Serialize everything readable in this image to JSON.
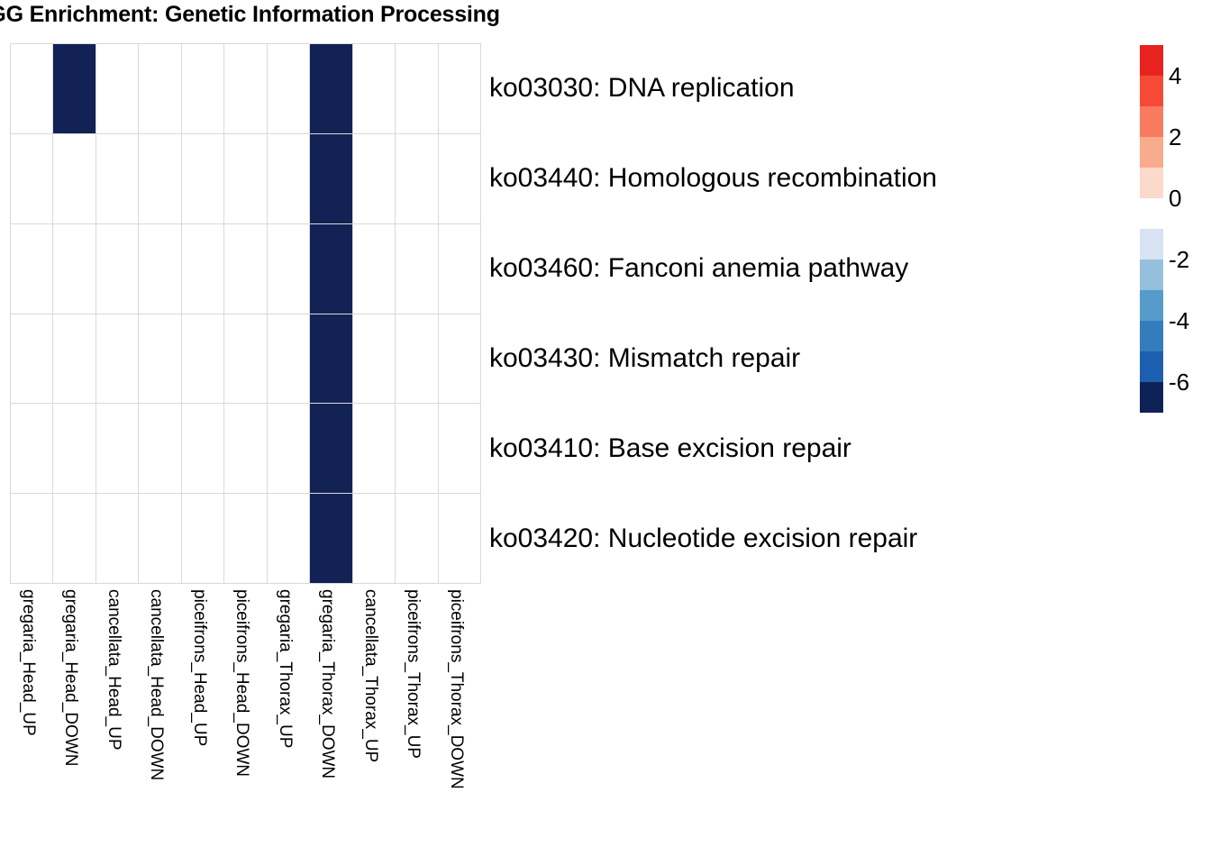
{
  "title": "KEGG Enrichment: Genetic Information Processing",
  "chart_data": {
    "type": "heatmap",
    "title": "KEGG Enrichment: Genetic Information Processing",
    "xlabel": "",
    "ylabel": "",
    "grid": true,
    "legend_position": "right",
    "columns": [
      "gregaria_Head_UP",
      "gregaria_Head_DOWN",
      "cancellata_Head_UP",
      "cancellata_Head_DOWN",
      "piceifrons_Head_UP",
      "piceifrons_Head_DOWN",
      "gregaria_Thorax_UP",
      "gregaria_Thorax_DOWN",
      "cancellata_Thorax_UP",
      "piceifrons_Thorax_UP",
      "piceifrons_Thorax_DOWN"
    ],
    "rows": [
      "ko03030: DNA replication",
      "ko03440: Homologous recombination",
      "ko03460: Fanconi anemia pathway",
      "ko03430: Mismatch repair",
      "ko03410: Base excision repair",
      "ko03420: Nucleotide excision repair"
    ],
    "values": [
      [
        0,
        -6,
        0,
        0,
        0,
        0,
        0,
        -6,
        0,
        0,
        0
      ],
      [
        0,
        0,
        0,
        0,
        0,
        0,
        0,
        -6,
        0,
        0,
        0
      ],
      [
        0,
        0,
        0,
        0,
        0,
        0,
        0,
        -6,
        0,
        0,
        0
      ],
      [
        0,
        0,
        0,
        0,
        0,
        0,
        0,
        -6,
        0,
        0,
        0
      ],
      [
        0,
        0,
        0,
        0,
        0,
        0,
        0,
        -6,
        0,
        0,
        0
      ],
      [
        0,
        0,
        0,
        0,
        0,
        0,
        0,
        -6,
        0,
        0,
        0
      ]
    ],
    "cell_colors": [
      [
        "#ffffff",
        "#122254",
        "#ffffff",
        "#ffffff",
        "#ffffff",
        "#ffffff",
        "#ffffff",
        "#122254",
        "#ffffff",
        "#ffffff",
        "#ffffff"
      ],
      [
        "#ffffff",
        "#ffffff",
        "#ffffff",
        "#ffffff",
        "#ffffff",
        "#ffffff",
        "#ffffff",
        "#122254",
        "#ffffff",
        "#ffffff",
        "#ffffff"
      ],
      [
        "#ffffff",
        "#ffffff",
        "#ffffff",
        "#ffffff",
        "#ffffff",
        "#ffffff",
        "#ffffff",
        "#122254",
        "#ffffff",
        "#ffffff",
        "#ffffff"
      ],
      [
        "#ffffff",
        "#ffffff",
        "#ffffff",
        "#ffffff",
        "#ffffff",
        "#ffffff",
        "#ffffff",
        "#122254",
        "#ffffff",
        "#ffffff",
        "#ffffff"
      ],
      [
        "#ffffff",
        "#ffffff",
        "#ffffff",
        "#ffffff",
        "#ffffff",
        "#ffffff",
        "#ffffff",
        "#122254",
        "#ffffff",
        "#ffffff",
        "#ffffff"
      ],
      [
        "#ffffff",
        "#ffffff",
        "#ffffff",
        "#ffffff",
        "#ffffff",
        "#ffffff",
        "#ffffff",
        "#122254",
        "#ffffff",
        "#ffffff",
        "#ffffff"
      ]
    ],
    "colorbar": {
      "tick_labels": [
        "4",
        "2",
        "0",
        "-2",
        "-4",
        "-6"
      ],
      "tick_values": [
        4,
        2,
        0,
        -2,
        -4,
        -6
      ],
      "range": [
        -7,
        5
      ],
      "blocks": [
        "#e8231f",
        "#f74a36",
        "#f87a5f",
        "#f9ab8e",
        "#fbd9cb",
        "#ffffff",
        "#d7e3f2",
        "#94c0dd",
        "#559cca",
        "#357cbc",
        "#1b5fae",
        "#0f2258"
      ],
      "grid_line_color": "#d9d9d9"
    }
  }
}
